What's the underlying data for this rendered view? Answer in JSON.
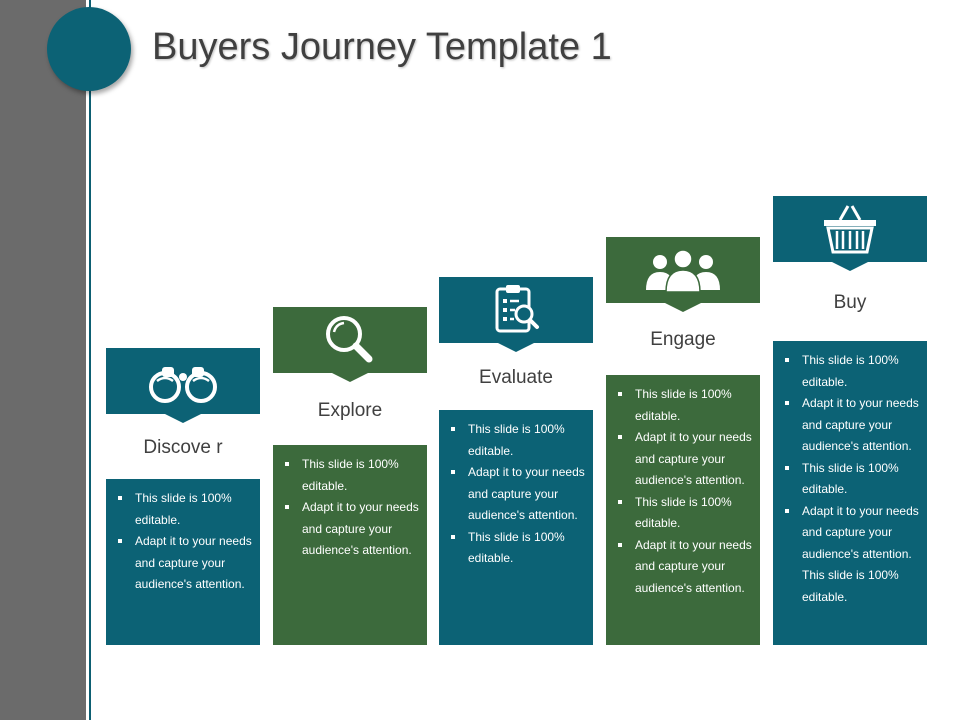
{
  "slide": {
    "title": "Buyers Journey Template 1"
  },
  "stages": [
    {
      "label": "Discove r",
      "icon": "binoculars-icon",
      "bullets": [
        "This slide is 100% editable.",
        "Adapt it to your needs and capture your audience's attention."
      ]
    },
    {
      "label": "Explore",
      "icon": "magnifier-icon",
      "bullets": [
        "This slide is 100% editable.",
        "Adapt it to your needs and capture your audience's attention."
      ]
    },
    {
      "label": "Evaluate",
      "icon": "clipboard-search-icon",
      "bullets": [
        "This slide is 100% editable.",
        "Adapt it to your needs and capture your audience's attention.",
        "This slide is 100% editable."
      ]
    },
    {
      "label": "Engage",
      "icon": "people-group-icon",
      "bullets": [
        "This slide is 100% editable.",
        "Adapt it to your needs and capture your audience's attention.",
        "This slide is 100% editable.",
        "Adapt it to your needs and capture your audience's attention."
      ]
    },
    {
      "label": "Buy",
      "icon": "shopping-basket-icon",
      "bullets": [
        "This slide is 100% editable.",
        "Adapt it to your needs and capture your audience's attention.",
        "This slide is 100% editable.",
        "Adapt it to your needs and capture your audience's attention. This slide is 100% editable."
      ]
    }
  ],
  "colors": {
    "teal": "#0c6275",
    "green": "#3c6a3c",
    "sidebar": "#6b6b6b",
    "title_text": "#404040"
  }
}
